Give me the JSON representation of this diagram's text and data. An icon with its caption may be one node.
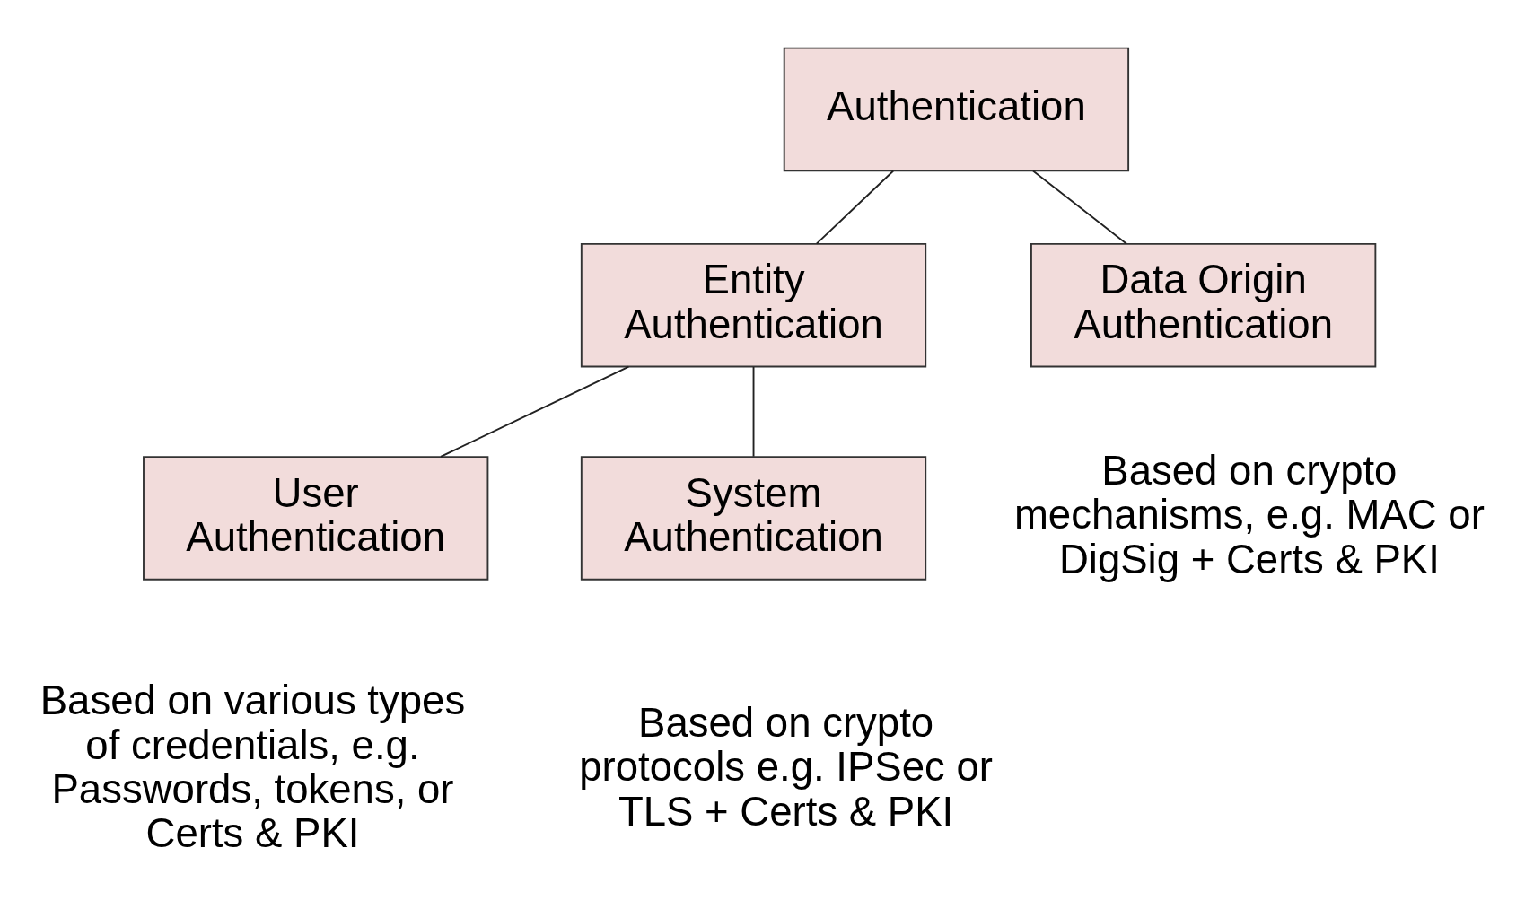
{
  "diagram": {
    "nodes": [
      {
        "text": [
          "Authentication"
        ]
      },
      {
        "text": [
          "Entity Authentication"
        ]
      },
      {
        "text": [
          "Data Origin Authentication"
        ],
        "beside": [
          "Based on crypto mechanisms, e.g. MAC or DigSig + Certs & PKI"
        ]
      },
      {
        "text": [
          "User Authentication"
        ],
        "beside": [
          "Based on various types of credentials, e.g. Passwords, tokens, or Certs & PKI"
        ]
      },
      {
        "text": [
          "System Authentication"
        ],
        "beside": [
          "Based on crypto protocols e.g. IPSec or TLS + Certs & PKI"
        ]
      }
    ],
    "edges": [
      {
        "from": 0,
        "to": 1,
        "arrow": "none"
      },
      {
        "from": 0,
        "to": 2,
        "arrow": "none"
      },
      {
        "from": 1,
        "to": 3,
        "arrow": "none"
      },
      {
        "from": 1,
        "to": 4,
        "arrow": "none"
      }
    ]
  }
}
